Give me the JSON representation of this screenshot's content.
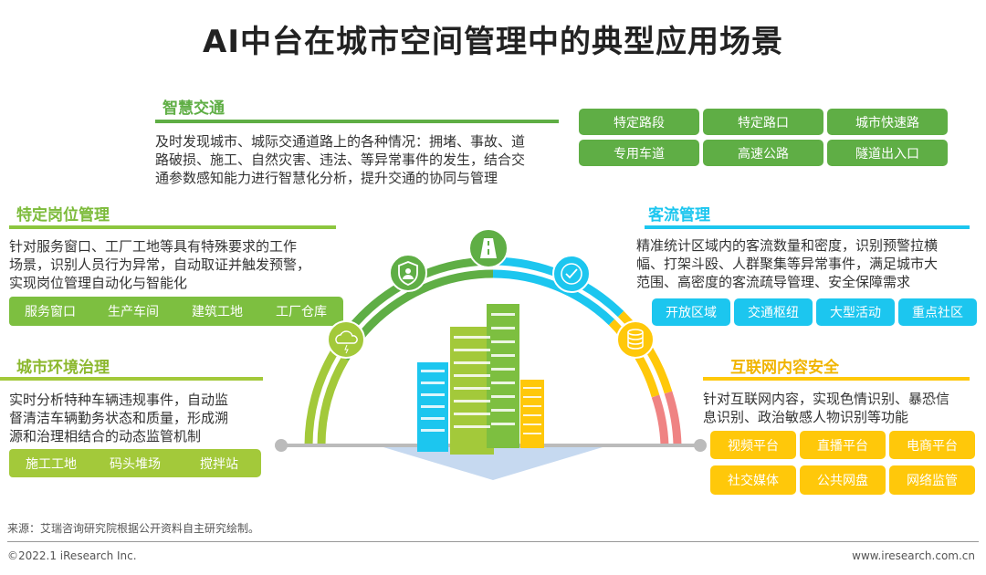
{
  "title": "AI中台在城市空间管理中的典型应用场景",
  "colors": {
    "green": "#5fae45",
    "lime": "#8cc63f",
    "olive": "#a3c93a",
    "cyan": "#1cc6ef",
    "yellow": "#ffc80a",
    "pink": "#ef8383"
  },
  "traffic": {
    "heading": "智慧交通",
    "lines": [
      "及时发现城市、城际交通道路上的各种情况：拥堵、事故、道",
      "路破损、施工、自然灾害、违法、等异常事件的发生，结合交",
      "通参数感知能力进行智慧化分析，提升交通的协同与管理"
    ],
    "tags": [
      "特定路段",
      "特定路口",
      "城市快速路",
      "专用车道",
      "高速公路",
      "隧道出入口"
    ]
  },
  "post": {
    "heading": "特定岗位管理",
    "lines": [
      "针对服务窗口、工厂工地等具有特殊要求的工作",
      "场景，识别人员行为异常，自动取证并触发预警，",
      "实现岗位管理自动化与智能化"
    ],
    "tags": [
      "服务窗口",
      "生产车间",
      "建筑工地",
      "工厂仓库"
    ]
  },
  "env": {
    "heading": "城市环境治理",
    "lines": [
      "实时分析特种车辆违规事件，自动监",
      "督清洁车辆勤务状态和质量，形成溯",
      "源和治理相结合的动态监管机制"
    ],
    "tags": [
      "施工工地",
      "码头堆场",
      "搅拌站"
    ]
  },
  "flow": {
    "heading": "客流管理",
    "lines": [
      "精准统计区域内的客流数量和密度，识别预警拉横",
      "幅、打架斗殴、人群聚集等异常事件，满足城市大",
      "范围、高密度的客流疏导管理、安全保障需求"
    ],
    "tags": [
      "开放区域",
      "交通枢纽",
      "大型活动",
      "重点社区"
    ]
  },
  "net": {
    "heading": "互联网内容安全",
    "lines": [
      "针对互联网内容，实现色情识别、暴恐信",
      "息识别、政治敏感人物识别等功能"
    ],
    "tags": [
      "视频平台",
      "直播平台",
      "电商平台",
      "社交媒体",
      "公共网盘",
      "网络监管"
    ]
  },
  "source": "来源：艾瑞咨询研究院根据公开资料自主研究绘制。",
  "copyright": "©2022.1 iResearch Inc.",
  "website": "www.iresearch.com.cn"
}
